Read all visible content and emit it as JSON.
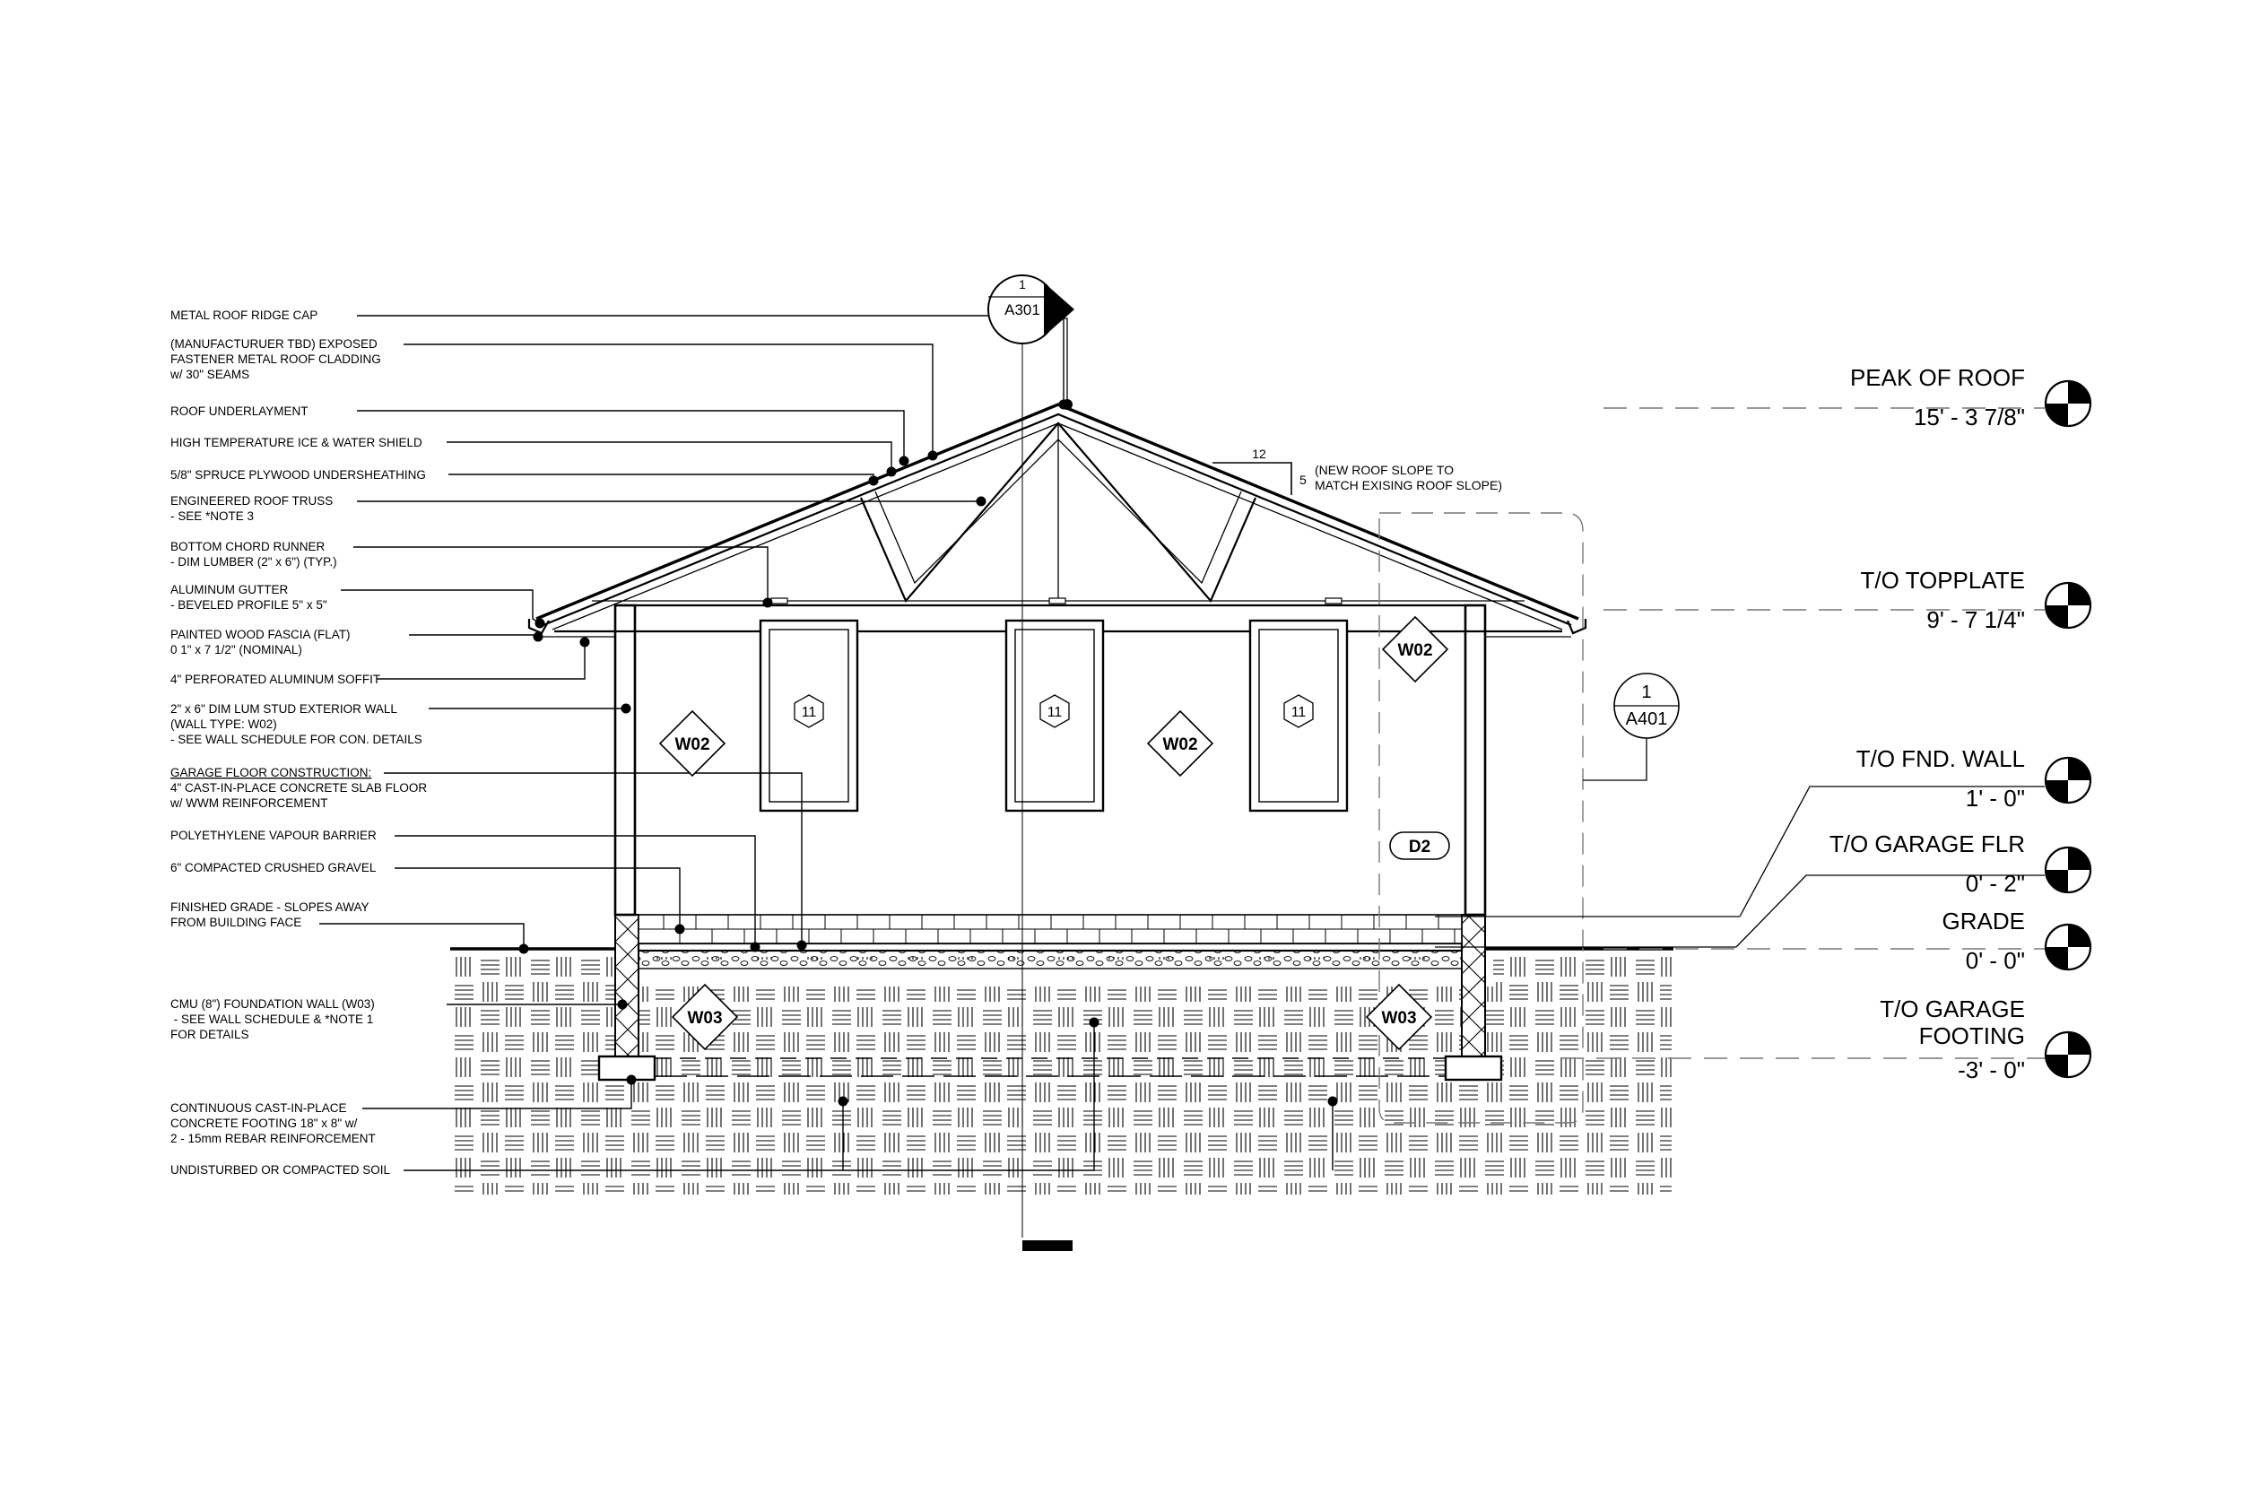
{
  "annotations": [
    {
      "lines": [
        "METAL ROOF RIDGE CAP"
      ]
    },
    {
      "lines": [
        "(MANUFACTURUER TBD) EXPOSED",
        "FASTENER METAL ROOF CLADDING",
        "w/ 30\" SEAMS"
      ]
    },
    {
      "lines": [
        "ROOF UNDERLAYMENT"
      ]
    },
    {
      "lines": [
        "HIGH TEMPERATURE ICE & WATER SHIELD"
      ]
    },
    {
      "lines": [
        "5/8\" SPRUCE PLYWOOD UNDERSHEATHING"
      ]
    },
    {
      "lines": [
        "ENGINEERED ROOF TRUSS",
        "- SEE *NOTE 3"
      ]
    },
    {
      "lines": [
        "BOTTOM CHORD RUNNER",
        "- DIM LUMBER (2\" x 6\") (TYP.)"
      ]
    },
    {
      "lines": [
        "ALUMINUM GUTTER",
        "- BEVELED PROFILE 5\" x 5\""
      ]
    },
    {
      "lines": [
        "PAINTED WOOD FASCIA (FLAT)",
        "0 1\" x 7 1/2\" (NOMINAL)"
      ]
    },
    {
      "lines": [
        "4\" PERFORATED ALUMINUM SOFFIT"
      ]
    },
    {
      "lines": [
        "2\" x 6\" DIM LUM STUD EXTERIOR WALL",
        "(WALL TYPE: W02)",
        "- SEE WALL SCHEDULE FOR CON. DETAILS"
      ]
    },
    {
      "lines": [
        "GARAGE FLOOR CONSTRUCTION:",
        "4\" CAST-IN-PLACE CONCRETE SLAB FLOOR",
        "w/ WWM REINFORCEMENT"
      ]
    },
    {
      "lines": [
        "POLYETHYLENE VAPOUR BARRIER"
      ]
    },
    {
      "lines": [
        "6\" COMPACTED CRUSHED GRAVEL"
      ]
    },
    {
      "lines": [
        "FINISHED GRADE - SLOPES AWAY",
        "FROM BUILDING FACE"
      ]
    },
    {
      "lines": [
        "CMU (8\") FOUNDATION WALL (W03)",
        " - SEE WALL SCHEDULE & *NOTE 1",
        "FOR DETAILS"
      ]
    },
    {
      "lines": [
        "CONTINUOUS CAST-IN-PLACE",
        "CONCRETE FOOTING 18\" x 8\" w/",
        "2 - 15mm REBAR REINFORCEMENT"
      ]
    },
    {
      "lines": [
        "UNDISTURBED OR COMPACTED SOIL"
      ]
    }
  ],
  "levels": [
    {
      "name": "PEAK OF ROOF",
      "value": "15' - 3 7/8\""
    },
    {
      "name": "T/O TOPPLATE",
      "value": "9' - 7 1/4\""
    },
    {
      "name": "T/O FND. WALL",
      "value": "1' - 0\""
    },
    {
      "name": "T/O GARAGE FLR",
      "value": "0' - 2\""
    },
    {
      "name": "GRADE",
      "value": "0' - 0\""
    },
    {
      "name": "T/O GARAGE FOOTING",
      "value": "-3' - 0\""
    }
  ],
  "section_marker": {
    "number": "1",
    "sheet": "A301"
  },
  "callout_marker": {
    "number": "1",
    "sheet": "A401"
  },
  "roof_slope": {
    "run": "12",
    "rise": "5",
    "note": [
      "(NEW ROOF SLOPE TO",
      "MATCH EXISING ROOF SLOPE)"
    ]
  },
  "tags": {
    "wall_type": "W02",
    "foundation_type": "W03",
    "window": "11",
    "door": "D2"
  }
}
